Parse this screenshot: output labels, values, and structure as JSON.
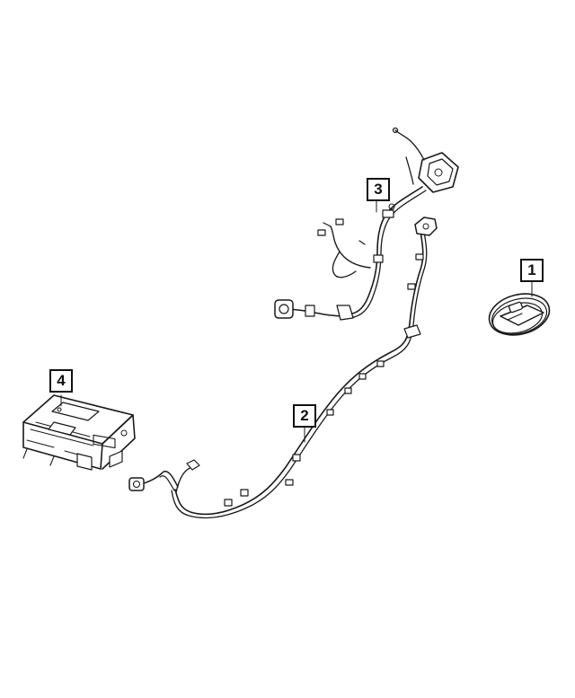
{
  "callouts": [
    {
      "id": "callout-1",
      "label": "1"
    },
    {
      "id": "callout-2",
      "label": "2"
    },
    {
      "id": "callout-3",
      "label": "3"
    },
    {
      "id": "callout-4",
      "label": "4"
    }
  ],
  "parts": {
    "p1": "charging-cord-coiled",
    "p2": "charging-wiring-harness",
    "p3": "charge-port-wiring",
    "p4": "onboard-charger-module"
  },
  "colors": {
    "line": "#1a1a1a",
    "paper": "#ffffff"
  }
}
